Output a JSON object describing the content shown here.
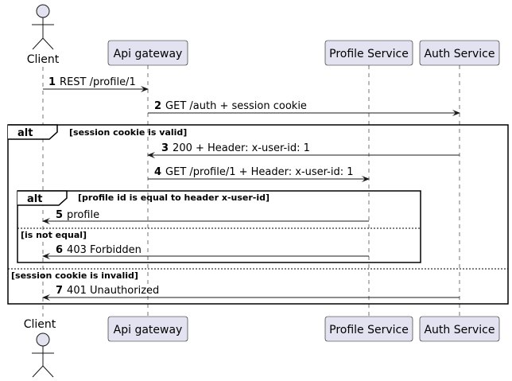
{
  "participants": {
    "client": {
      "label": "Client",
      "type": "actor"
    },
    "api_gateway": {
      "label": "Api gateway",
      "type": "box"
    },
    "profile_service": {
      "label": "Profile Service",
      "type": "box"
    },
    "auth_service": {
      "label": "Auth Service",
      "type": "box"
    }
  },
  "messages": [
    {
      "num": "1",
      "text": "REST /profile/1",
      "from": "client",
      "to": "api_gateway"
    },
    {
      "num": "2",
      "text": "GET /auth + session cookie",
      "from": "api_gateway",
      "to": "auth_service"
    },
    {
      "num": "3",
      "text": "200 + Header: x-user-id: 1",
      "from": "auth_service",
      "to": "api_gateway"
    },
    {
      "num": "4",
      "text": "GET /profile/1 + Header: x-user-id: 1",
      "from": "api_gateway",
      "to": "profile_service"
    },
    {
      "num": "5",
      "text": "profile",
      "from": "profile_service",
      "to": "client"
    },
    {
      "num": "6",
      "text": "403 Forbidden",
      "from": "profile_service",
      "to": "client"
    },
    {
      "num": "7",
      "text": "401 Unauthorized",
      "from": "auth_service",
      "to": "client"
    }
  ],
  "fragments": {
    "outer": {
      "keyword": "alt",
      "guard": "[session cookie is valid]",
      "else_guard": "[session cookie is invalid]"
    },
    "inner": {
      "keyword": "alt",
      "guard": "[profile id is equal to header x-user-id]",
      "else_guard": "[is not equal]"
    }
  },
  "colors": {
    "participant_fill": "#e2e2f0",
    "participant_stroke": "#181818",
    "lifeline": "#181818",
    "arrow": "#181818",
    "frame_stroke": "#000000"
  }
}
